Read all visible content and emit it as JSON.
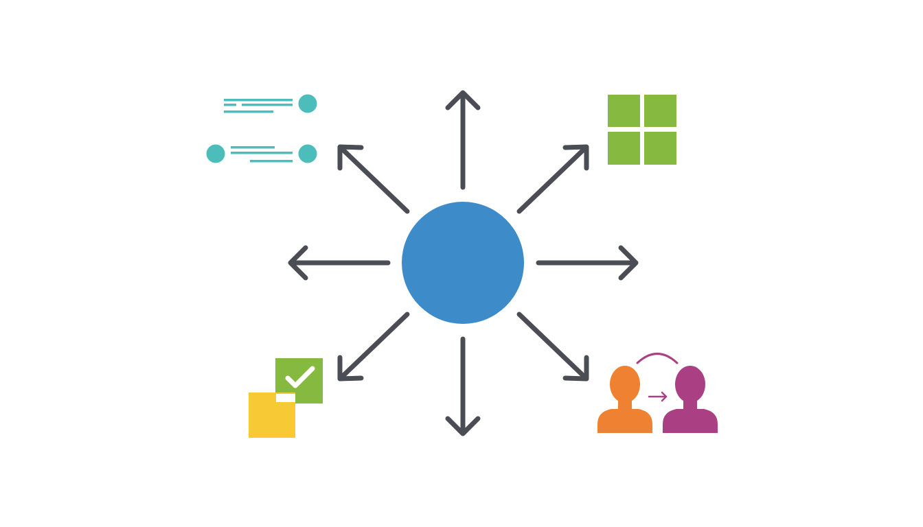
{
  "diagram": {
    "type": "hub-and-spoke",
    "hub": {
      "shape": "circle",
      "color": "#3d8bc9"
    },
    "arrow_color": "#4a4e54",
    "arrows": [
      {
        "id": "arrow-up",
        "direction": "up"
      },
      {
        "id": "arrow-up-right",
        "direction": "up-right"
      },
      {
        "id": "arrow-right",
        "direction": "right"
      },
      {
        "id": "arrow-down-right",
        "direction": "down-right"
      },
      {
        "id": "arrow-down",
        "direction": "down"
      },
      {
        "id": "arrow-down-left",
        "direction": "down-left"
      },
      {
        "id": "arrow-left",
        "direction": "left"
      },
      {
        "id": "arrow-up-left",
        "direction": "up-left"
      }
    ],
    "icons": {
      "top_left": {
        "name": "timeline-list-icon",
        "color": "#4dbdbb"
      },
      "top_right": {
        "name": "four-squares-grid-icon",
        "color": "#86b93f"
      },
      "bottom_left": {
        "name": "checked-overlapping-squares-icon",
        "colors": [
          "#86b93f",
          "#f6c935"
        ]
      },
      "bottom_right": {
        "name": "two-people-transfer-icon",
        "colors": [
          "#ee8232",
          "#ab3f83"
        ]
      }
    }
  }
}
